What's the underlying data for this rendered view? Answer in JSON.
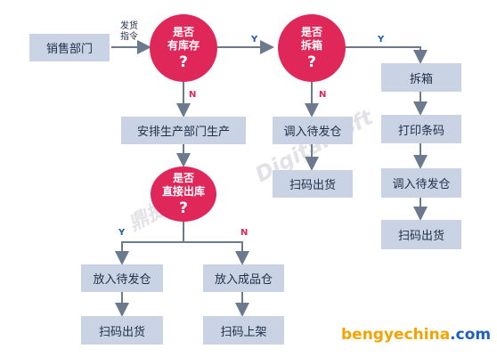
{
  "nodes": {
    "sales_dept": "销售部门",
    "arrange_production": "安排生产部门生产",
    "transfer_pending_mid": "调入待发仓",
    "scan_ship_mid": "扫码出货",
    "unbox": "拆箱",
    "print_barcode": "打印条码",
    "transfer_pending_right": "调入待发仓",
    "scan_ship_right": "扫码出货",
    "put_pending": "放入待发仓",
    "put_finished": "放入成品仓",
    "scan_ship_left": "扫码出货",
    "scan_shelve": "扫码上架"
  },
  "decisions": {
    "in_stock": {
      "line1": "是否",
      "line2": "有库存",
      "mark": "?"
    },
    "unbox": {
      "line1": "是否",
      "line2": "拆箱",
      "mark": "?"
    },
    "direct_stock": {
      "line1": "是否",
      "line2": "直接出库",
      "mark": "?"
    }
  },
  "edge_labels": {
    "send_order_l1": "发货",
    "send_order_l2": "指令",
    "y1": "Y",
    "y2": "Y",
    "n1": "N",
    "n2": "N",
    "y3": "Y",
    "n3": "N"
  },
  "watermarks": {
    "w1": "DigitalSoft",
    "w2": "鼎捷软件"
  },
  "brand": {
    "part1": "bengyechina",
    "part2": ".com"
  },
  "colors": {
    "box_fill": "#c9d3e3",
    "decision_fill": "#e0275a",
    "arrow": "#6b7a8c",
    "label_blue": "#1d5aa8"
  }
}
